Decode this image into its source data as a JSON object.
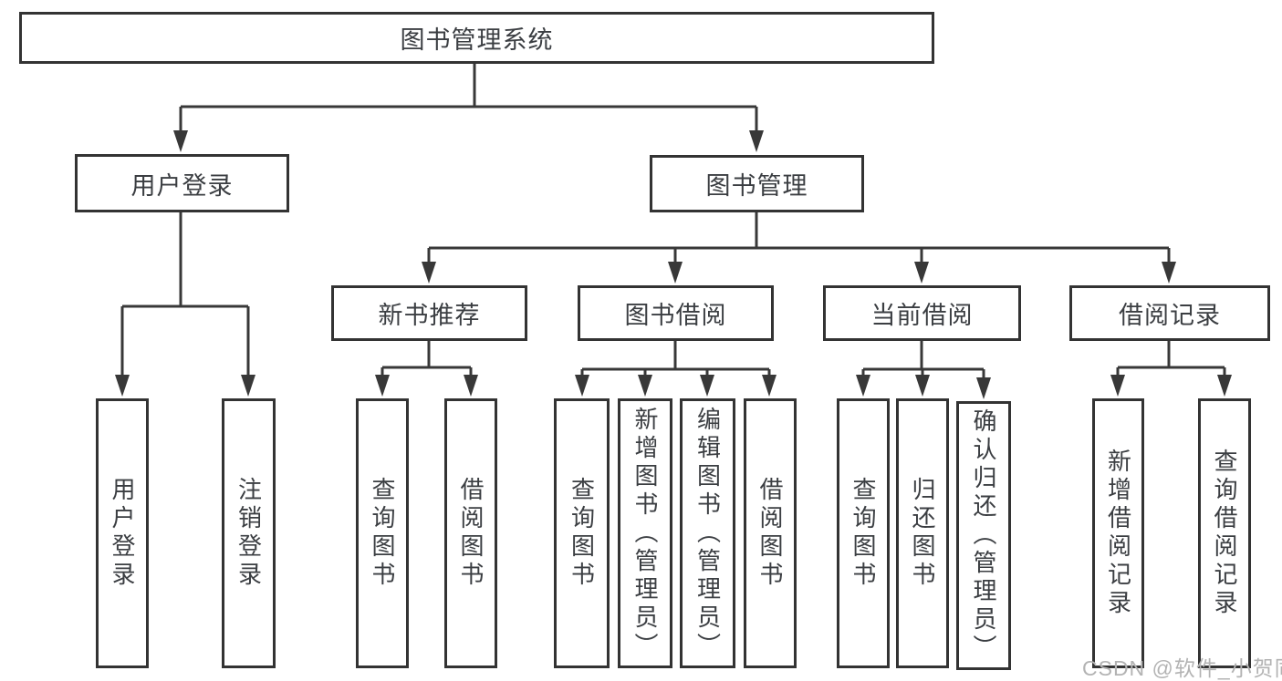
{
  "colors": {
    "line": "#383838",
    "box_border": "#333333",
    "text": "#3b3e42",
    "watermark": "#b3b3b3",
    "background": "#ffffff"
  },
  "tree": {
    "root": {
      "label": "图书管理系统"
    },
    "user_login": {
      "label": "用户登录",
      "children": {
        "login": {
          "label": "用户登录"
        },
        "logout": {
          "label": "注销登录"
        }
      }
    },
    "book_management": {
      "label": "图书管理",
      "new_book_recommend": {
        "label": "新书推荐",
        "children": {
          "query_books": {
            "label": "查询图书"
          },
          "borrow_books": {
            "label": "借阅图书"
          }
        }
      },
      "book_borrowing": {
        "label": "图书借阅",
        "children": {
          "query_books": {
            "label": "查询图书"
          },
          "add_books": {
            "label": "新增图书（管理员）"
          },
          "edit_books": {
            "label": "编辑图书（管理员）"
          },
          "borrow_books": {
            "label": "借阅图书"
          }
        }
      },
      "current_borrowing": {
        "label": "当前借阅",
        "children": {
          "query_books": {
            "label": "查询图书"
          },
          "return_books": {
            "label": "归还图书"
          },
          "confirm_return": {
            "label": "确认归还（管理员）"
          }
        }
      },
      "borrowing_records": {
        "label": "借阅记录",
        "children": {
          "add_record": {
            "label": "新增借阅记录"
          },
          "query_record": {
            "label": "查询借阅记录"
          }
        }
      }
    }
  },
  "watermark": {
    "text": "CSDN @软件_小贺同学"
  }
}
